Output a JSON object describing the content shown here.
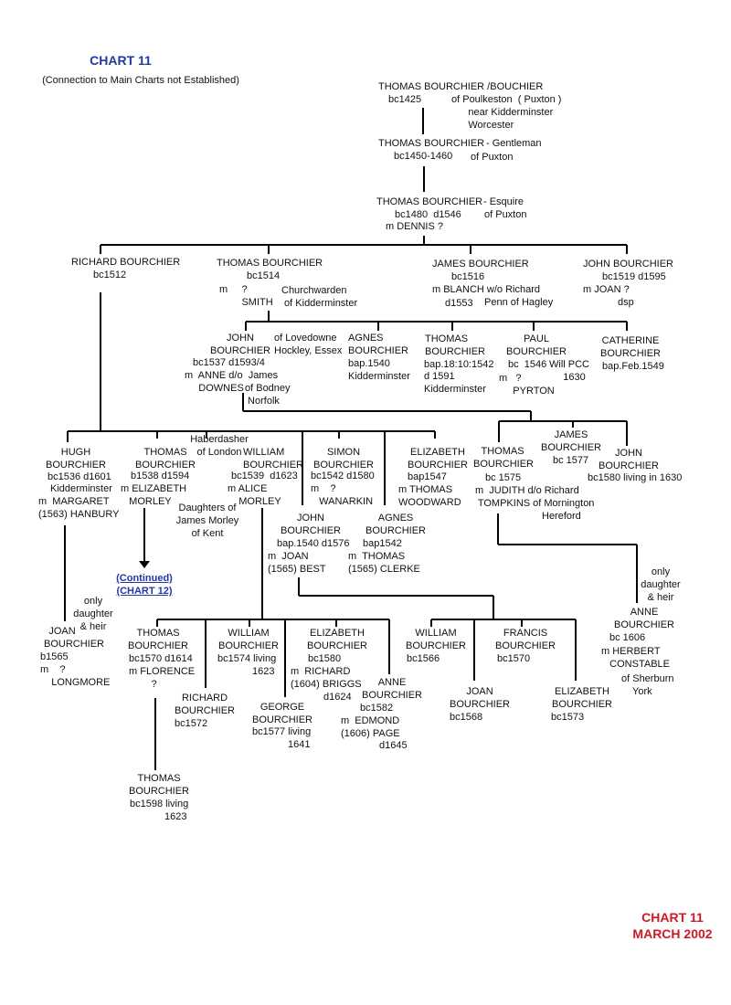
{
  "header": {
    "title": "CHART 11",
    "subtitle": "(Connection to Main Charts not Established)"
  },
  "footer": {
    "chart": "CHART 11",
    "date": "MARCH 2002"
  },
  "continuation_link": {
    "line1": "(Continued)",
    "line2": "(CHART 12)"
  },
  "people": {
    "g1_thomas": {
      "name": "THOMAS BOURCHIER /BOUCHIER",
      "dates": "bc1425",
      "note": "of Poulkeston  ( Puxton )\n      near Kidderminster\n      Worcester"
    },
    "g2_thomas": {
      "name": "THOMAS BOURCHIER",
      "role": "- Gentleman",
      "dates": "bc1450-1460",
      "note": "of Puxton"
    },
    "g3_thomas": {
      "name": "THOMAS BOURCHIER",
      "role": "- Esquire",
      "dates": "bc1480  d1546",
      "note": "of Puxton",
      "spouse": "m DENNIS ?"
    },
    "g4_richard": {
      "name": "RICHARD BOURCHIER",
      "dates": "bc1512"
    },
    "g4_thomas": {
      "name": "THOMAS BOURCHIER",
      "dates": "bc1514",
      "spouse": "m     ?\n        SMITH",
      "note": "Churchwarden\n of Kidderminster"
    },
    "g4_james": {
      "name": "JAMES BOURCHIER",
      "dates": "bc1516",
      "spouse": "m BLANCH w/o Richard",
      "death": "d1553",
      "note": "Penn of Hagley"
    },
    "g4_john": {
      "name": "JOHN BOURCHIER",
      "dates": "bc1519 d1595",
      "spouse": "m JOAN ?",
      "note": "dsp"
    },
    "g5_john": {
      "name": "JOHN\nBOURCHIER",
      "note": "of Lovedowne\nHockley, Essex",
      "dates": "bc1537 d1593/4",
      "spouse": "m  ANNE d/o  James\n     DOWNES",
      "spouse_note": "of Bodney\n Norfolk"
    },
    "g5_agnes": {
      "name": "AGNES\nBOURCHIER",
      "dates": "bap.1540",
      "note": "Kidderminster"
    },
    "g5_thomas": {
      "name": "THOMAS\nBOURCHIER",
      "dates": "bap.18:10:1542",
      "death": "d 1591",
      "note": "Kidderminster"
    },
    "g5_paul": {
      "name": "PAUL\nBOURCHIER",
      "dates": "bc  1546",
      "note": "Will PCC\n     1630",
      "spouse": "m   ?\n     PYRTON"
    },
    "g5_catherine": {
      "name": "CATHERINE\nBOURCHIER",
      "dates": "bap.Feb.1549"
    },
    "g5r_hugh": {
      "name": "HUGH\nBOURCHIER",
      "dates": "bc1536 d1601",
      "note": "Kidderminster",
      "spouse": "m  MARGARET\n(1563) HANBURY"
    },
    "g5r_thomas": {
      "name": "THOMAS\nBOURCHIER",
      "note": "Haberdasher\nof London",
      "dates": "b1538 d1594",
      "spouse": "m ELIZABETH\n   MORLEY"
    },
    "g5r_william": {
      "name": "WILLIAM\nBOURCHIER",
      "dates": "bc1539  d1623",
      "spouse": "m ALICE\n    MORLEY"
    },
    "morley_note": "Daughters of\nJames Morley\nof Kent",
    "g5r_john": {
      "name": "JOHN\nBOURCHIER",
      "dates": "bap.1540 d1576",
      "spouse": "m  JOAN\n(1565) BEST"
    },
    "g5r_simon": {
      "name": "SIMON\nBOURCHIER",
      "dates": "bc1542 d1580",
      "spouse": "m    ?\n   WANARKIN"
    },
    "g5r_agnes": {
      "name": "AGNES\nBOURCHIER",
      "dates": "bap1542",
      "spouse": "m  THOMAS\n(1565) CLERKE"
    },
    "g5r_elizabeth": {
      "name": "ELIZABETH\nBOURCHIER",
      "dates": "bap1547",
      "spouse": "m THOMAS\nWOODWARD"
    },
    "g6_thomas": {
      "name": "THOMAS\nBOURCHIER",
      "dates": "bc 1575",
      "spouse": "m  JUDITH d/o Richard\n TOMPKINS of Mornington",
      "note": "Hereford"
    },
    "g6_james": {
      "name": "JAMES\nBOURCHIER",
      "dates": "bc 1577"
    },
    "g6_john": {
      "name": "JOHN\nBOURCHIER",
      "dates": "bc1580 living in 1630"
    },
    "heir_note_1": "only\ndaughter\n& heir",
    "g6_joan": {
      "name": "JOAN\nBOURCHIER",
      "dates": "b1565",
      "spouse": "m    ?\n    LONGMORE"
    },
    "g6w_thomas": {
      "name": "THOMAS\nBOURCHIER",
      "dates": "bc1570 d1614",
      "spouse": "m FLORENCE\n        ?"
    },
    "g6w_richard": {
      "name": "RICHARD\nBOURCHIER",
      "dates": "bc1572"
    },
    "g6w_william": {
      "name": "WILLIAM\nBOURCHIER",
      "dates": "bc1574 living",
      "death": "1623"
    },
    "g6w_george": {
      "name": "GEORGE\nBOURCHIER",
      "dates": "bc1577 living",
      "death": "1641"
    },
    "g6w_elizabeth": {
      "name": "ELIZABETH\nBOURCHIER",
      "dates": "bc1580",
      "spouse": "m  RICHARD\n(1604) BRIGGS",
      "death": "d1624"
    },
    "g6w_anne": {
      "name": "ANNE\nBOURCHIER",
      "dates": "bc1582",
      "spouse": "m  EDMOND\n(1606) PAGE",
      "death": "d1645"
    },
    "g6j_william": {
      "name": "WILLIAM\nBOURCHIER",
      "dates": "bc1566"
    },
    "g6j_joan": {
      "name": "JOAN\nBOURCHIER",
      "dates": "bc1568"
    },
    "g6j_francis": {
      "name": "FRANCIS\nBOURCHIER",
      "dates": "bc1570"
    },
    "g6j_elizabeth": {
      "name": "ELIZABETH\nBOURCHIER",
      "dates": "bc1573"
    },
    "heir_note_2": "only\ndaughter\n& heir",
    "g7_anne": {
      "name": "ANNE\nBOURCHIER",
      "dates": "bc 1606",
      "spouse": "m HERBERT\n   CONSTABLE",
      "note": "of Sherburn\n    York"
    },
    "g7_thomas": {
      "name": "THOMAS\nBOURCHIER",
      "dates": "bc1598 living",
      "death": "1623"
    }
  }
}
